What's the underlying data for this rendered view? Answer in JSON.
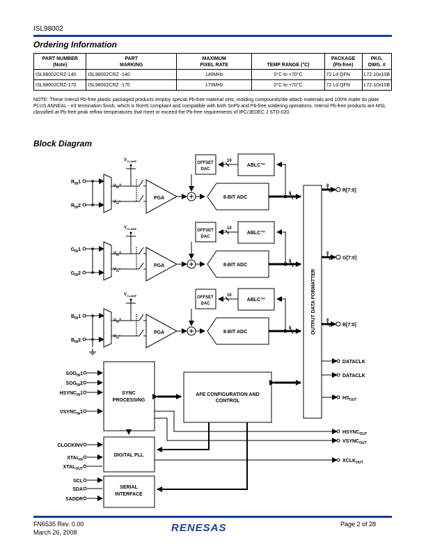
{
  "header": {
    "doc_id": "ISL98002"
  },
  "ordering": {
    "title": "Ordering Information",
    "columns": [
      "PART NUMBER",
      "(Note)",
      "PART",
      "MARKING",
      "MAXIMUM",
      "PIXEL RATE",
      "TEMP RANGE (°C)",
      "PACKAGE",
      "(Pb-free)",
      "PKG.",
      "DWG. #"
    ],
    "rows": [
      [
        "ISL98002CRZ-140",
        "ISL98002CRZ -140",
        "140MHz",
        "0°C to +70°C",
        "72 Ld QFN",
        "L72.10x10B"
      ],
      [
        "ISL98002CRZ-170",
        "ISL98002CRZ -170",
        "170MHz",
        "0°C to +70°C",
        "72 Ld QFN",
        "L72.10x10B"
      ]
    ],
    "note": "NOTE:  These Intersil Pb-free plastic packaged products employ special Pb-free material sets; molding compounds/die attach materials and 100% matte tin plate PLUS ANNEAL - e3 termination finish, which is RoHS compliant and compatible with both SnPb and Pb-free soldering operations. Intersil Pb-free products are MSL classified at Pb-free peak reflow temperatures that meet or exceed the Pb-free requirements of IPC/JEDEC J STD-020."
  },
  "block": {
    "title": "Block Diagram",
    "vclamp": "V",
    "vclamp_sub": "CLAMP",
    "vin": "V",
    "vin_sub": "IN",
    "pga": "PGA",
    "offset1": "OFFSET",
    "offset2": "DAC",
    "ablc": "ABLC™",
    "adc": "8-BIT ADC",
    "bus10": "10",
    "bus8": "8",
    "formatter": "OUTPUT DATA FORMATTER",
    "sync1": "SYNC",
    "sync2": "PROCESSING",
    "afe1": "AFE CONFIGURATION AND",
    "afe2": "CONTROL",
    "pll": "DIGITAL PLL",
    "serial1": "SERIAL",
    "serial2": "INTERFACE",
    "in_sub": "IN",
    "out_sub": "OUT",
    "channels": [
      {
        "in1": "R",
        "in2": "R",
        "out": "R[7:0]"
      },
      {
        "in1": "G",
        "in2": "G",
        "out": "G[7:0]"
      },
      {
        "in1": "B",
        "in2": "B",
        "out": "B[7:0]"
      }
    ],
    "sync_inputs": [
      "SOG",
      "SOG",
      "HSYNC",
      "VSYNC"
    ],
    "sync_input_nums": [
      "1",
      "2",
      "1",
      "1"
    ],
    "clockinv": "CLOCKINV",
    "xtal_in": "XTAL",
    "xtal_out": "XTAL",
    "scl": "SCL",
    "sda": "SDA",
    "saddr": "SADDR",
    "datactrl": [
      "DATACLK",
      "DATACLK"
    ],
    "hs_out": "HS",
    "hsync_out": "HSYNC",
    "vsync_out": "VSYNC",
    "xclk_out": "XCLK"
  },
  "footer": {
    "doc": "FN6535  Rev. 0.00",
    "date": "March 26, 2008",
    "brand": "RENESAS",
    "page": "Page 2 of 28"
  }
}
